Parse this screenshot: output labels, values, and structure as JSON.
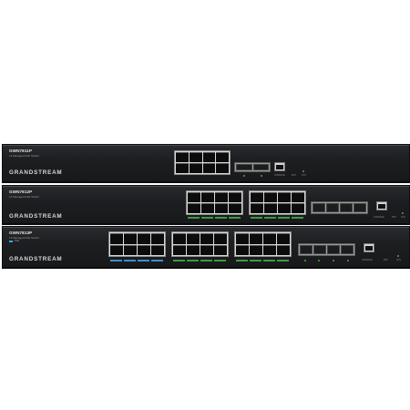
{
  "switches": [
    {
      "model": "GWN7811P",
      "subtitle": "L3 Managed PoE Switch",
      "brand": "GRANDSTREAM"
    },
    {
      "model": "GWN7812P",
      "subtitle": "L3 Managed PoE Switch",
      "brand": "GRANDSTREAM"
    },
    {
      "model": "GWN7813P",
      "subtitle": "L3 Managed PoE Switch",
      "brand": "GRANDSTREAM",
      "poe_label": "PoE"
    }
  ],
  "port_labels": {
    "console": "CONSOLE",
    "reset": "RST",
    "sys": "SYS"
  },
  "colors": {
    "chassis": "#1d1e21",
    "port_housing": "#d9d9d9",
    "poe_tag": "#3a8fd0",
    "port_tag": "#3c9c3c"
  }
}
